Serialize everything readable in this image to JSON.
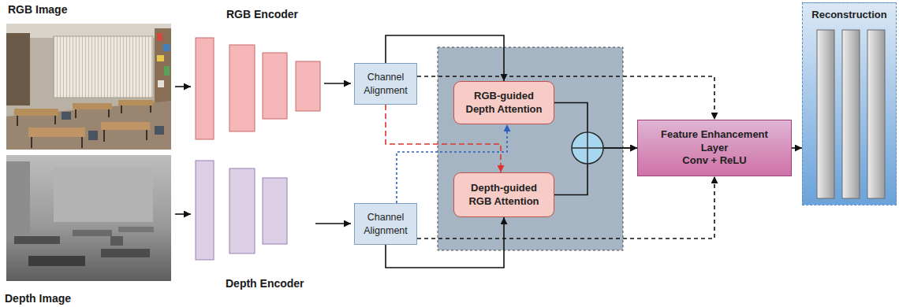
{
  "diagram": {
    "nodes": [
      {
        "text": [
          "Channel Alignment"
        ]
      },
      {
        "text": [
          "RGB-guided Depth Attention"
        ]
      },
      {
        "text": [
          "Depth-guided RGB Attention"
        ]
      },
      {
        "text": [
          "Channel Alignment"
        ]
      },
      {
        "text": [
          "Feature Enhancement Layer",
          "Conv + ReLU"
        ]
      },
      {
        "text": [
          "Reconstruction"
        ]
      }
    ],
    "edges": [
      {
        "from": 0,
        "to": 1,
        "arrow": "to"
      },
      {
        "from": 0,
        "to": 2,
        "arrow": "to"
      },
      {
        "from": 3,
        "to": 2,
        "arrow": "to"
      },
      {
        "from": 3,
        "to": 1,
        "arrow": "to"
      },
      {
        "from": 0,
        "to": 4,
        "arrow": "to"
      },
      {
        "from": 3,
        "to": 4,
        "arrow": "to"
      },
      {
        "from": 1,
        "to": 4,
        "arrow": "to"
      },
      {
        "from": 2,
        "to": 4,
        "arrow": "to"
      },
      {
        "from": 4,
        "to": 5,
        "arrow": "to"
      }
    ],
    "labels": [
      "RGB Image",
      "RGB Encoder",
      "Depth Encoder",
      "Depth Image"
    ]
  }
}
